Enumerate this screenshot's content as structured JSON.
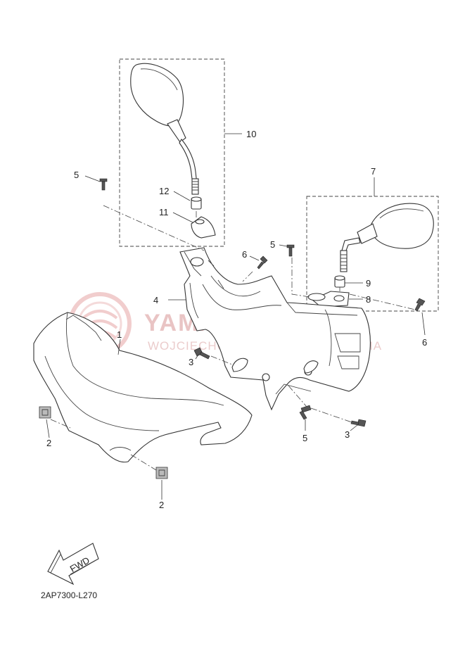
{
  "watermark": {
    "brand_text": "YAMA-SKLEP.PL",
    "dealer_text": "WOJCIECHOWICZ | DEALER YAMAHA"
  },
  "callouts": {
    "c1": "1",
    "c2a": "2",
    "c2b": "2",
    "c3a": "3",
    "c3b": "3",
    "c4": "4",
    "c5a": "5",
    "c5b": "5",
    "c5c": "5",
    "c6a": "6",
    "c6b": "6",
    "c7": "7",
    "c8": "8",
    "c9": "9",
    "c10": "10",
    "c11": "11",
    "c12": "12"
  },
  "fwd_label": "FWD",
  "diagram_code": "2AP7300-L270"
}
